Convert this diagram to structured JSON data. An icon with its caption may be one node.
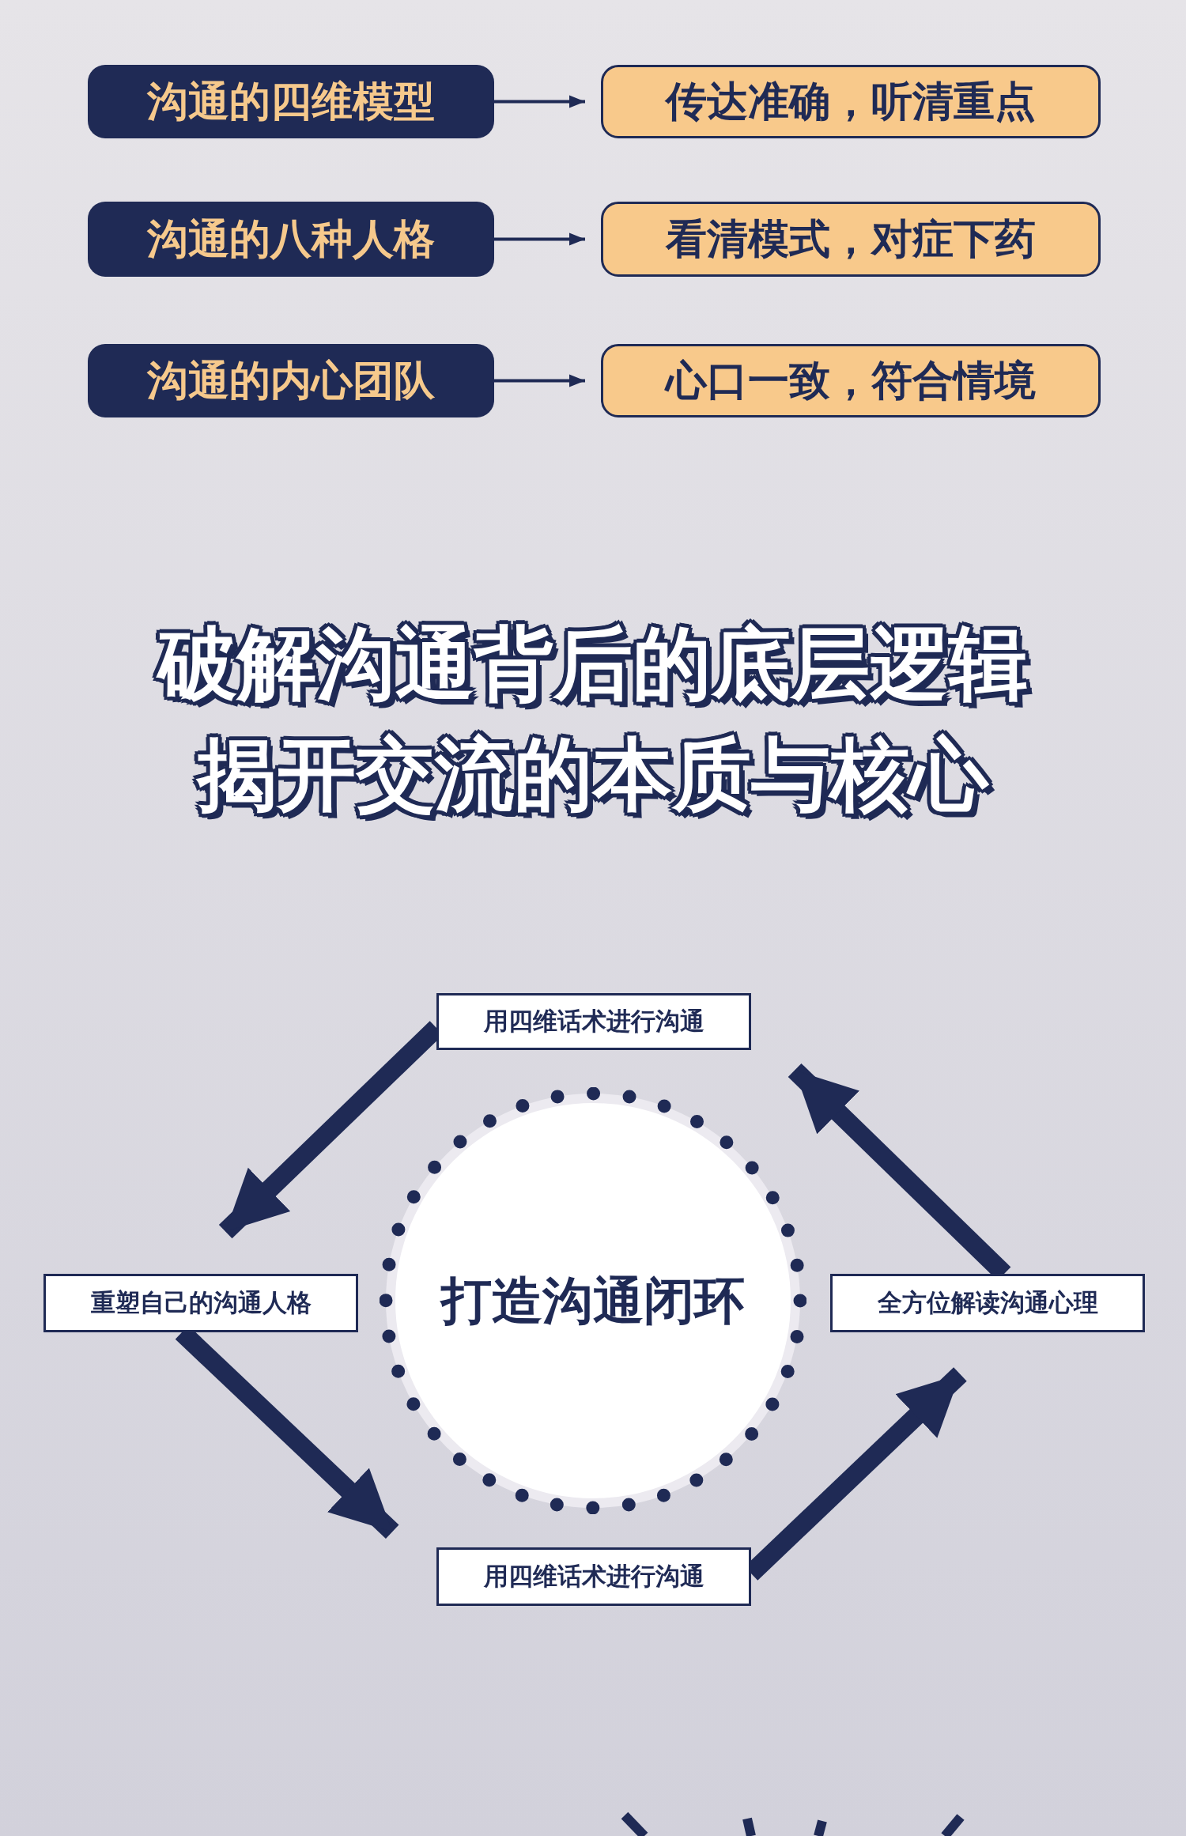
{
  "diagram": {
    "title": "破解沟通背后的底层逻辑揭开交流的本质与核心",
    "nodes": [
      {
        "text": [
          "沟通的四维模型"
        ]
      },
      {
        "text": [
          "传达准确，听清重点"
        ]
      },
      {
        "text": [
          "沟通的八种人格"
        ]
      },
      {
        "text": [
          "看清模式，对症下药"
        ]
      },
      {
        "text": [
          "沟通的内心团队"
        ]
      },
      {
        "text": [
          "心口一致，符合情境"
        ]
      },
      {
        "text": [
          "用四维话术进行沟通"
        ]
      },
      {
        "text": [
          "重塑自己的沟通人格"
        ]
      },
      {
        "text": [
          "打造沟通闭环"
        ]
      },
      {
        "text": [
          "全方位解读沟通心理"
        ]
      },
      {
        "text": [
          "用四维话术进行沟通"
        ]
      }
    ],
    "edges": [
      {
        "from": 0,
        "to": 1,
        "arrow": "to"
      },
      {
        "from": 2,
        "to": 3,
        "arrow": "to"
      },
      {
        "from": 4,
        "to": 5,
        "arrow": "to"
      },
      {
        "from": 6,
        "to": 7,
        "arrow": "to"
      },
      {
        "from": 7,
        "to": 10,
        "arrow": "to"
      },
      {
        "from": 10,
        "to": 9,
        "arrow": "to"
      },
      {
        "from": 9,
        "to": 6,
        "arrow": "to"
      }
    ]
  }
}
